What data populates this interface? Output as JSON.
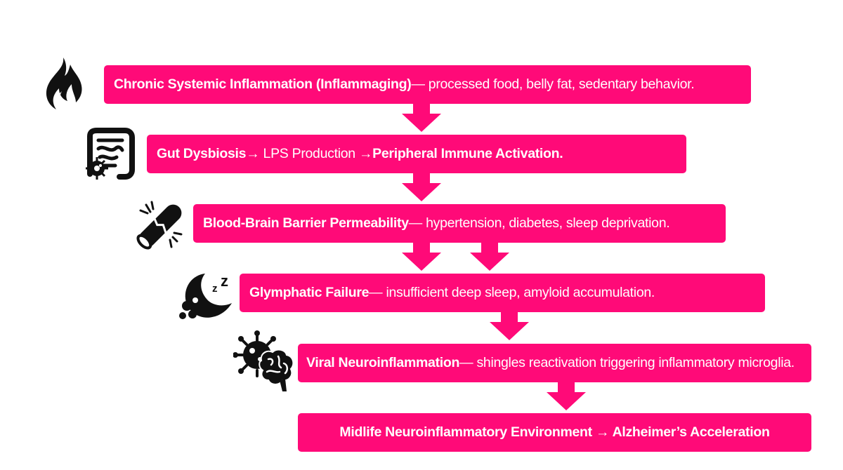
{
  "accent_color": "#ff0a78",
  "icon_color": "#111111",
  "steps": [
    {
      "icon": "flame-icon",
      "bold": "Chronic Systemic Inflammation (Inflammaging)",
      "rest": " — processed food, belly fat, sedentary behavior."
    },
    {
      "icon": "intestine-bacteria-icon",
      "bold": "Gut Dysbiosis",
      "mid": " → LPS Production → ",
      "bold2": "Peripheral Immune Activation."
    },
    {
      "icon": "broken-blood-vessel-icon",
      "bold": "Blood-Brain Barrier Permeability",
      "rest": " — hypertension, diabetes, sleep deprivation."
    },
    {
      "icon": "moon-sleep-icon",
      "bold": "Glymphatic Failure",
      "rest": " — insufficient deep sleep, amyloid accumulation."
    },
    {
      "icon": "virus-brain-icon",
      "bold": "Viral Neuroinflammation",
      "rest": " — shingles reactivation triggering inflammatory microglia."
    },
    {
      "bold": "Midlife Neuroinflammatory Environment → Alzheimer’s Acceleration"
    }
  ],
  "sleep_glyph": "z"
}
